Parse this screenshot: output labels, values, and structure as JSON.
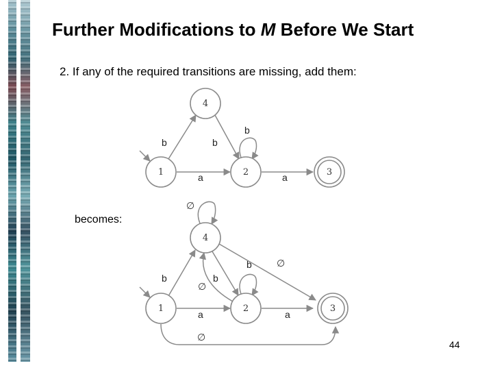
{
  "slide": {
    "title_prefix": "Further Modifications to ",
    "title_math": "M",
    "title_suffix": " Before We Start",
    "subtitle": "2. If any of the required transitions are missing, add them:",
    "becomes": "becomes:",
    "page_number": "44"
  },
  "before": {
    "nodes": [
      "4",
      "1",
      "2",
      "3"
    ],
    "labels": {
      "b_1_4": "b",
      "b_4_2": "b",
      "b_loop_2": "b",
      "a_1_2": "a",
      "a_2_3": "a"
    }
  },
  "after": {
    "nodes": [
      "4",
      "1",
      "2",
      "3"
    ],
    "labels": {
      "empty_loop_4": "∅",
      "b_1_4": "b",
      "b_4_2": "b",
      "empty_2_4": "∅",
      "b_loop_2": "b",
      "empty_4_3": "∅",
      "a_1_2": "a",
      "a_2_3": "a",
      "empty_1_3": "∅"
    }
  }
}
